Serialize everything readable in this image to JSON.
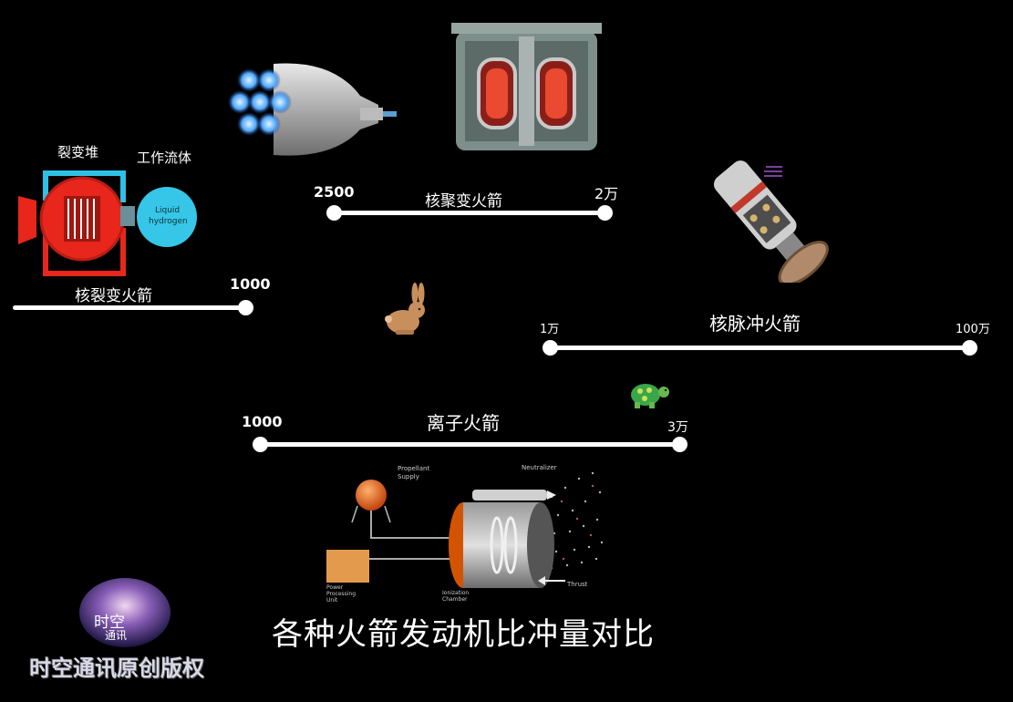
{
  "caption": "各种火箭发动机比冲量对比",
  "fission": {
    "label": "核裂变火箭",
    "end_value": "1000",
    "diagram_labels": {
      "reactor": "裂变堆",
      "fluid": "工作流体",
      "tank_line1": "Liquid",
      "tank_line2": "hydrogen"
    }
  },
  "fusion": {
    "label": "核聚变火箭",
    "start_value": "2500",
    "end_value": "2万"
  },
  "pulse": {
    "label": "核脉冲火箭",
    "start_value": "1万",
    "end_value": "100万"
  },
  "ion": {
    "label": "离子火箭",
    "start_value": "1000",
    "end_value": "3万",
    "diagram_labels": {
      "propellant_line1": "Propellant",
      "propellant_line2": "Supply",
      "neutralizer": "Neutralizer",
      "thrust": "Thrust",
      "power_line1": "Power",
      "power_line2": "Processing",
      "power_line3": "Unit",
      "ionization_line1": "Ionization",
      "ionization_line2": "Chamber"
    }
  },
  "watermark": {
    "badge_line1": "时空",
    "badge_line2": "通讯",
    "text": "时空通讯原创版权"
  },
  "colors": {
    "bar": "#ffffff",
    "background": "#000000",
    "reactor": "#e8261c",
    "tank": "#35c6e8",
    "pipe": "#2ec1e6"
  },
  "icons": [
    "rabbit-icon",
    "turtle-icon"
  ]
}
